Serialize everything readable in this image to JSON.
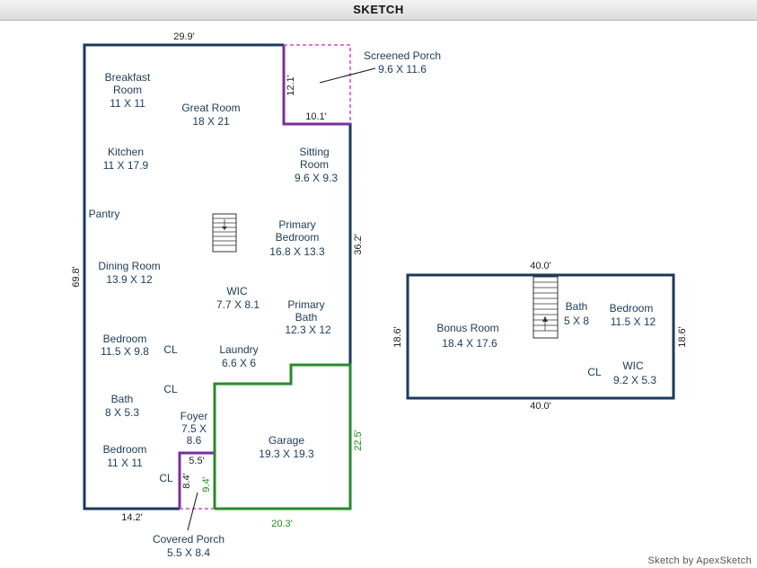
{
  "header": {
    "title": "SKETCH"
  },
  "footer": {
    "credit": "Sketch by ApexSketch"
  },
  "colors": {
    "exterior_wall": "#1b3a5c",
    "porch": "#7b2f9e",
    "screened_porch": "#d04cc8",
    "garage": "#2a8a2a"
  },
  "main_floor": {
    "rooms": {
      "breakfast": {
        "line1": "Breakfast",
        "line2": "Room",
        "size": "11 X 11"
      },
      "great_room": {
        "name": "Great Room",
        "size": "18 X 21"
      },
      "kitchen": {
        "name": "Kitchen",
        "size": "11 X 17.9"
      },
      "sitting": {
        "line1": "Sitting",
        "line2": "Room",
        "size": "9.6 X 9.3"
      },
      "pantry": {
        "name": "Pantry"
      },
      "primary_bedroom": {
        "line1": "Primary",
        "line2": "Bedroom",
        "size": "16.8 X 13.3"
      },
      "dining": {
        "name": "Dining Room",
        "size": "13.9 X 12"
      },
      "wic": {
        "name": "WIC",
        "size": "7.7 X 8.1"
      },
      "primary_bath": {
        "line1": "Primary",
        "line2": "Bath",
        "size": "12.3 X 12"
      },
      "bedroom_a": {
        "name": "Bedroom",
        "size": "11.5 X 9.8"
      },
      "closet_a": {
        "name": "CL"
      },
      "laundry": {
        "name": "Laundry",
        "size": "6.6 X 6"
      },
      "closet_b": {
        "name": "CL"
      },
      "bath": {
        "name": "Bath",
        "size": "8 X 5.3"
      },
      "foyer": {
        "name": "Foyer",
        "size_line1": "7.5 X",
        "size_line2": "8.6"
      },
      "garage": {
        "name": "Garage",
        "size": "19.3 X 19.3"
      },
      "bedroom_b": {
        "name": "Bedroom",
        "size": "11 X 11"
      },
      "closet_c": {
        "name": "CL"
      },
      "screened_porch": {
        "name": "Screened Porch",
        "size": "9.6 X 11.6"
      },
      "covered_porch": {
        "name": "Covered Porch",
        "size": "5.5 X 8.4"
      }
    },
    "dimensions": {
      "top": "29.9'",
      "left": "69.8'",
      "right": "36.2'",
      "bottom_left": "14.2'",
      "porch_top": "12.1'",
      "porch_bottom": "10.1'",
      "cov_porch_top": "5.5'",
      "cov_porch_left": "8.4'",
      "cov_porch_right": "9.4'",
      "garage_right": "22.5'",
      "garage_bottom": "20.3'"
    }
  },
  "bonus_floor": {
    "rooms": {
      "bonus": {
        "name": "Bonus Room",
        "size": "18.4 X 17.6"
      },
      "bath": {
        "name": "Bath",
        "size": "5 X 8"
      },
      "bedroom": {
        "name": "Bedroom",
        "size": "11.5 X 12"
      },
      "closet": {
        "name": "CL"
      },
      "wic": {
        "name": "WIC",
        "size": "9.2 X 5.3"
      }
    },
    "dimensions": {
      "top": "40.0'",
      "bottom": "40.0'",
      "left": "18.6'",
      "right": "18.6'"
    }
  }
}
